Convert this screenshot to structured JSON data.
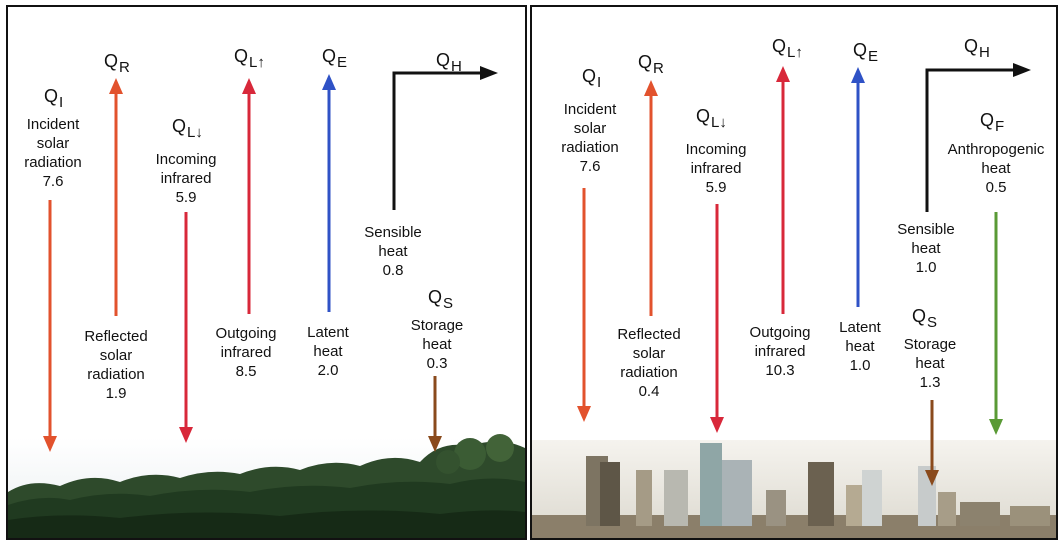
{
  "panels": [
    {
      "id": "rural",
      "fluxes": [
        {
          "symbol": "Q",
          "sub": "I",
          "name_lines": [
            "Incident",
            "solar",
            "radiation"
          ],
          "value": "7.6",
          "direction": "down",
          "color": "#e2522d"
        },
        {
          "symbol": "Q",
          "sub": "R",
          "name_lines": [
            "Reflected",
            "solar",
            "radiation"
          ],
          "value": "1.9",
          "direction": "up",
          "color": "#e2522d"
        },
        {
          "symbol": "Q",
          "sub": "L↓",
          "name_lines": [
            "Incoming",
            "infrared"
          ],
          "value": "5.9",
          "direction": "down",
          "color": "#d8283a"
        },
        {
          "symbol": "Q",
          "sub": "L↑",
          "name_lines": [
            "Outgoing",
            "infrared"
          ],
          "value": "8.5",
          "direction": "up",
          "color": "#d8283a"
        },
        {
          "symbol": "Q",
          "sub": "E",
          "name_lines": [
            "Latent",
            "heat"
          ],
          "value": "2.0",
          "direction": "up",
          "color": "#2f52c6"
        },
        {
          "symbol": "Q",
          "sub": "H",
          "name_lines": [
            "Sensible",
            "heat"
          ],
          "value": "0.8",
          "direction": "up-right",
          "color": "#111111"
        },
        {
          "symbol": "Q",
          "sub": "S",
          "name_lines": [
            "Storage",
            "heat"
          ],
          "value": "0.3",
          "direction": "down",
          "color": "#8a4a1c"
        }
      ]
    },
    {
      "id": "urban",
      "fluxes": [
        {
          "symbol": "Q",
          "sub": "I",
          "name_lines": [
            "Incident",
            "solar",
            "radiation"
          ],
          "value": "7.6",
          "direction": "down",
          "color": "#e2522d"
        },
        {
          "symbol": "Q",
          "sub": "R",
          "name_lines": [
            "Reflected",
            "solar",
            "radiation"
          ],
          "value": "0.4",
          "direction": "up",
          "color": "#e2522d"
        },
        {
          "symbol": "Q",
          "sub": "L↓",
          "name_lines": [
            "Incoming",
            "infrared"
          ],
          "value": "5.9",
          "direction": "down",
          "color": "#d8283a"
        },
        {
          "symbol": "Q",
          "sub": "L↑",
          "name_lines": [
            "Outgoing",
            "infrared"
          ],
          "value": "10.3",
          "direction": "up",
          "color": "#d8283a"
        },
        {
          "symbol": "Q",
          "sub": "E",
          "name_lines": [
            "Latent",
            "heat"
          ],
          "value": "1.0",
          "direction": "up",
          "color": "#2f52c6"
        },
        {
          "symbol": "Q",
          "sub": "H",
          "name_lines": [
            "Sensible",
            "heat"
          ],
          "value": "1.0",
          "direction": "up-right",
          "color": "#111111"
        },
        {
          "symbol": "Q",
          "sub": "S",
          "name_lines": [
            "Storage",
            "heat"
          ],
          "value": "1.3",
          "direction": "down",
          "color": "#8a4a1c"
        },
        {
          "symbol": "Q",
          "sub": "F",
          "name_lines": [
            "Anthropogenic",
            "heat"
          ],
          "value": "0.5",
          "direction": "down",
          "color": "#5a9a35"
        }
      ]
    }
  ],
  "colors": {
    "solar": "#e2522d",
    "infrared": "#d8283a",
    "latent": "#2f52c6",
    "sensible": "#111111",
    "storage": "#8a4a1c",
    "anthropogenic": "#5a9a35",
    "forest": "#2f4a2a",
    "sky": "#eef2f4"
  }
}
